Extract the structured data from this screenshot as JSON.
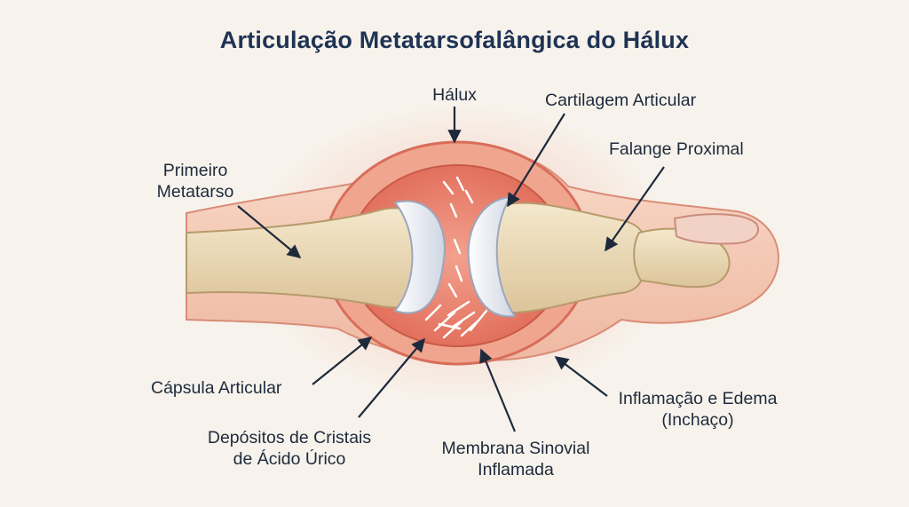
{
  "title": "Articulação Metatarsofalângica do Hálux",
  "labels": {
    "halux": "Hálux",
    "cartilagem": "Cartilagem Articular",
    "falange": "Falange Proximal",
    "metatarso_1": "Primeiro",
    "metatarso_2": "Metatarso",
    "capsula": "Cápsula Articular",
    "cristais_1": "Depósitos de Cristais",
    "cristais_2": "de Ácido Úrico",
    "membrana_1": "Membrana Sinovial",
    "membrana_2": "Inflamada",
    "inflamacao_1": "Inflamação e Edema",
    "inflamacao_2": "(Inchaço)"
  },
  "colors": {
    "background": "#f7f3ec",
    "skin": "#f5cbb6",
    "inflamed": "#ee8a76",
    "bone": "#eddcb6",
    "cartilage": "#e9edf4",
    "crystals": "#ffffff",
    "text": "#1e2a3c",
    "title": "#1f3354"
  }
}
